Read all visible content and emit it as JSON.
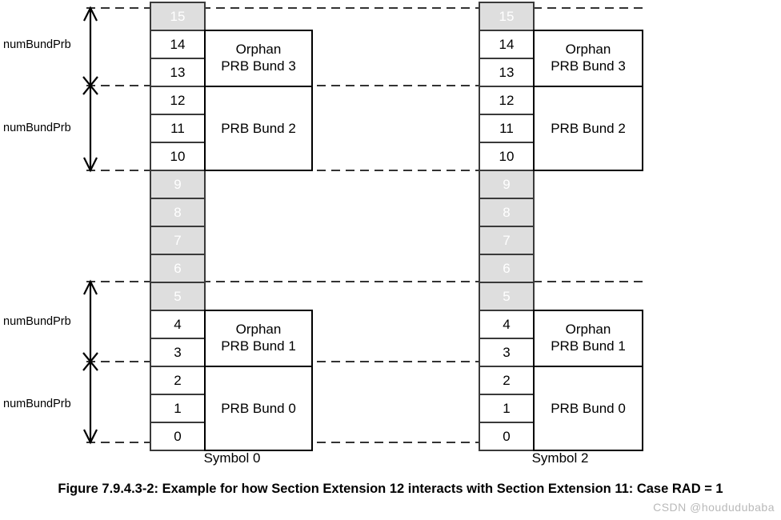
{
  "figure": {
    "caption": "Figure 7.9.4.3-2: Example for how Section Extension 12 interacts with Section Extension 11: Case RAD = 1",
    "watermark": "CSDN @hoududubaba"
  },
  "annotations": {
    "label": "numBundPrb",
    "items": [
      {
        "id": "annot-top-upper",
        "label": "numBundPrb"
      },
      {
        "id": "annot-top-lower",
        "label": "numBundPrb"
      },
      {
        "id": "annot-bottom-upper",
        "label": "numBundPrb"
      },
      {
        "id": "annot-bottom-lower",
        "label": "numBundPrb"
      }
    ]
  },
  "columns": [
    {
      "id": "symbol-0",
      "symbol_label": "Symbol 0",
      "prbs": [
        {
          "index": "15",
          "state": "inactive"
        },
        {
          "index": "14",
          "state": "active"
        },
        {
          "index": "13",
          "state": "active"
        },
        {
          "index": "12",
          "state": "active"
        },
        {
          "index": "11",
          "state": "active"
        },
        {
          "index": "10",
          "state": "active"
        },
        {
          "index": "9",
          "state": "inactive"
        },
        {
          "index": "8",
          "state": "inactive"
        },
        {
          "index": "7",
          "state": "inactive"
        },
        {
          "index": "6",
          "state": "inactive"
        },
        {
          "index": "5",
          "state": "inactive"
        },
        {
          "index": "4",
          "state": "active"
        },
        {
          "index": "3",
          "state": "active"
        },
        {
          "index": "2",
          "state": "active"
        },
        {
          "index": "1",
          "state": "active"
        },
        {
          "index": "0",
          "state": "active"
        }
      ],
      "bundles": [
        {
          "id": "bund-3",
          "lines": [
            "Orphan",
            "PRB Bund 3"
          ],
          "prbs": [
            "14",
            "13"
          ]
        },
        {
          "id": "bund-2",
          "lines": [
            "PRB Bund 2"
          ],
          "prbs": [
            "12",
            "11",
            "10"
          ]
        },
        {
          "id": "bund-1",
          "lines": [
            "Orphan",
            "PRB Bund 1"
          ],
          "prbs": [
            "4",
            "3"
          ]
        },
        {
          "id": "bund-0",
          "lines": [
            "PRB Bund 0"
          ],
          "prbs": [
            "2",
            "1",
            "0"
          ]
        }
      ]
    },
    {
      "id": "symbol-2",
      "symbol_label": "Symbol 2",
      "prbs": [
        {
          "index": "15",
          "state": "inactive"
        },
        {
          "index": "14",
          "state": "active"
        },
        {
          "index": "13",
          "state": "active"
        },
        {
          "index": "12",
          "state": "active"
        },
        {
          "index": "11",
          "state": "active"
        },
        {
          "index": "10",
          "state": "active"
        },
        {
          "index": "9",
          "state": "inactive"
        },
        {
          "index": "8",
          "state": "inactive"
        },
        {
          "index": "7",
          "state": "inactive"
        },
        {
          "index": "6",
          "state": "inactive"
        },
        {
          "index": "5",
          "state": "inactive"
        },
        {
          "index": "4",
          "state": "active"
        },
        {
          "index": "3",
          "state": "active"
        },
        {
          "index": "2",
          "state": "active"
        },
        {
          "index": "1",
          "state": "active"
        },
        {
          "index": "0",
          "state": "active"
        }
      ],
      "bundles": [
        {
          "id": "bund-3",
          "lines": [
            "Orphan",
            "PRB Bund 3"
          ],
          "prbs": [
            "14",
            "13"
          ]
        },
        {
          "id": "bund-2",
          "lines": [
            "PRB Bund 2"
          ],
          "prbs": [
            "12",
            "11",
            "10"
          ]
        },
        {
          "id": "bund-1",
          "lines": [
            "Orphan",
            "PRB Bund 1"
          ],
          "prbs": [
            "4",
            "3"
          ]
        },
        {
          "id": "bund-0",
          "lines": [
            "PRB Bund 0"
          ],
          "prbs": [
            "2",
            "1",
            "0"
          ]
        }
      ]
    }
  ],
  "colors": {
    "inactive_fill": "#dedede",
    "inactive_text": "#ffffff",
    "active_fill": "#ffffff",
    "stroke": "#3a3a3a",
    "watermark": "#b9b9b9"
  }
}
